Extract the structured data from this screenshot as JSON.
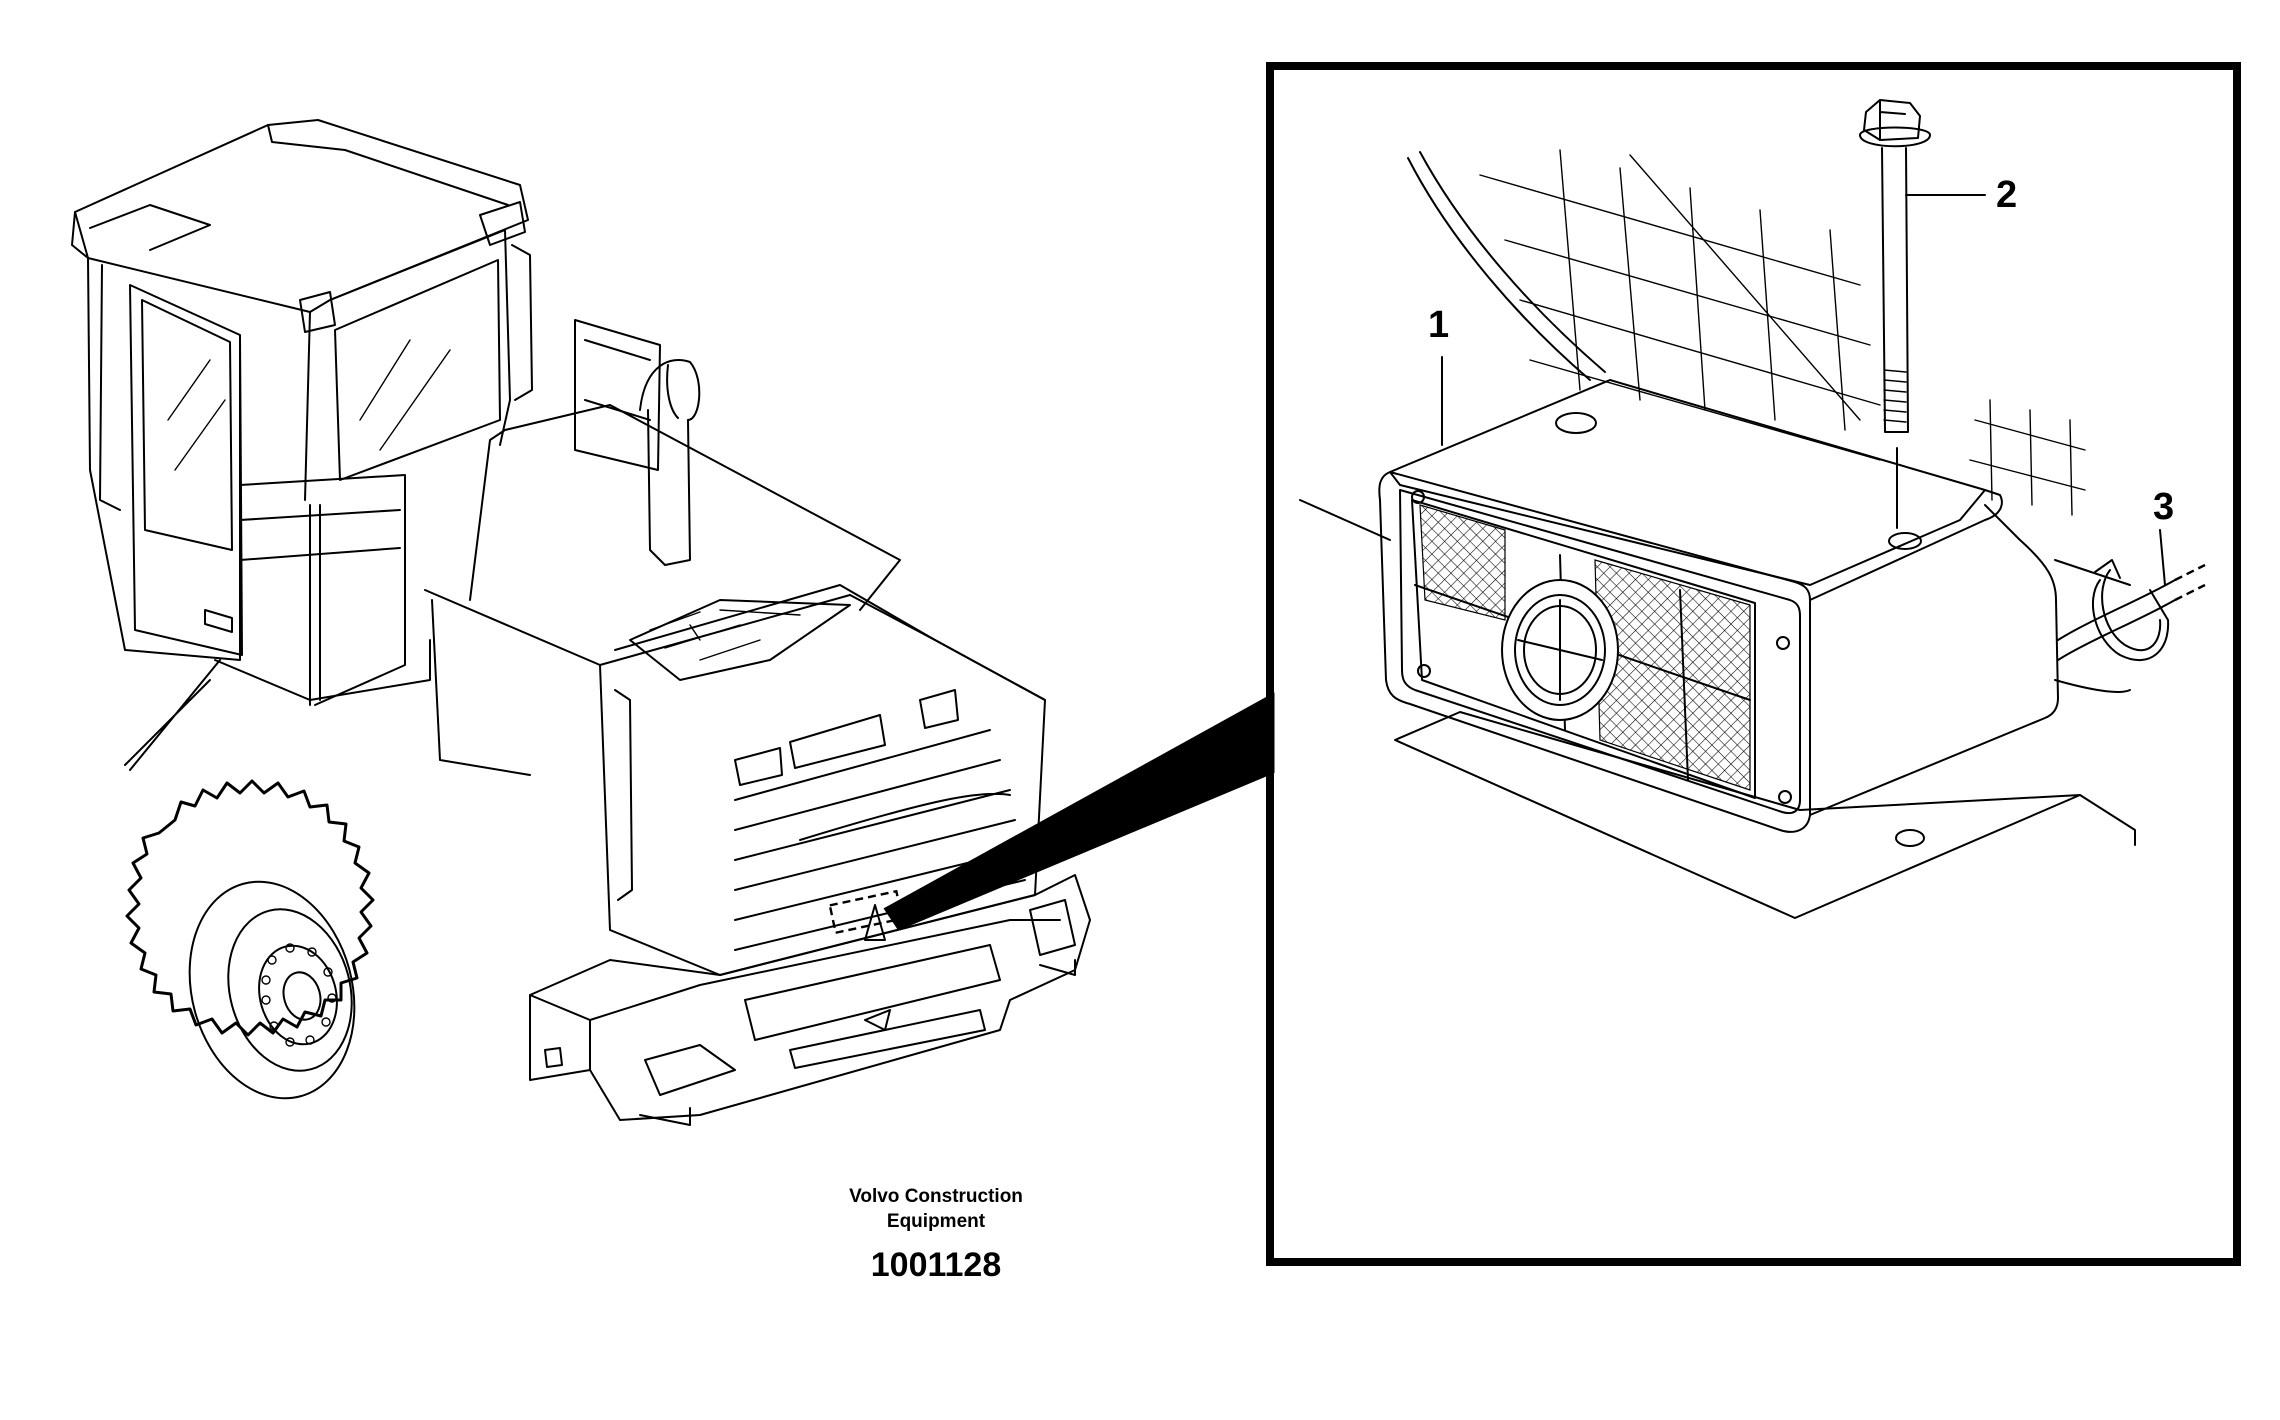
{
  "caption": {
    "line1": "Volvo Construction",
    "line2": "Equipment",
    "drawing_number": "1001128"
  },
  "callouts": [
    {
      "id": "1",
      "label": "1"
    },
    {
      "id": "2",
      "label": "2"
    },
    {
      "id": "3",
      "label": "3"
    }
  ],
  "colors": {
    "line": "#000000",
    "background": "#ffffff"
  }
}
